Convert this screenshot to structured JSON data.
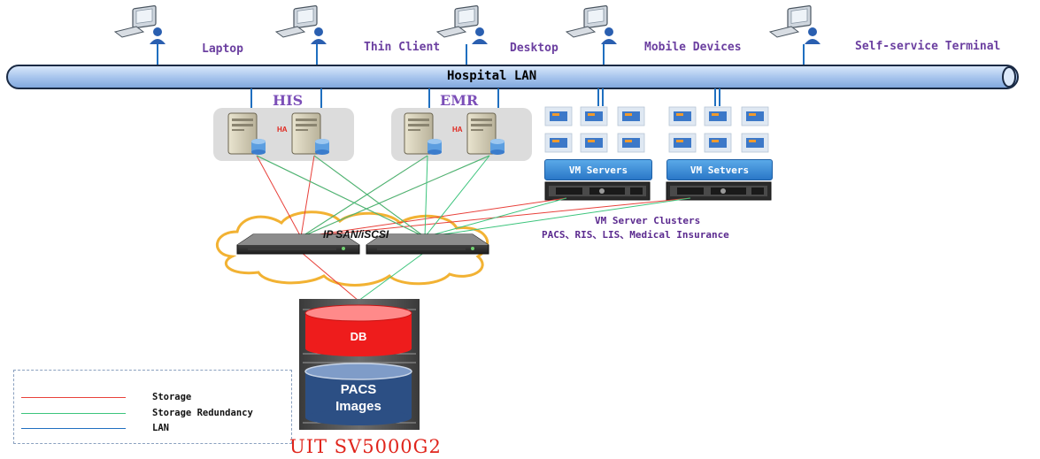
{
  "clients": [
    {
      "label": "Laptop",
      "icon": "computer-user-icon"
    },
    {
      "label": "Thin Client",
      "icon": "computer-user-icon"
    },
    {
      "label": "Desktop",
      "icon": "computer-user-icon"
    },
    {
      "label": "Mobile Devices",
      "icon": "computer-user-icon"
    },
    {
      "label": "Self-service Terminal",
      "icon": "computer-user-icon"
    }
  ],
  "lan": {
    "label": "Hospital LAN"
  },
  "server_groups": [
    {
      "label": "HIS",
      "ha": "HA"
    },
    {
      "label": "EMR",
      "ha": "HA"
    }
  ],
  "vm_servers": [
    "VM Servers",
    "VM Setvers"
  ],
  "cluster": {
    "line1": "VM Server Clusters",
    "line2": "PACS、RIS、LIS、Medical Insurance"
  },
  "san": {
    "label": "IP SAN/iSCSI"
  },
  "storage": {
    "db": "DB",
    "pacs_line1": "PACS",
    "pacs_line2": "Images",
    "model": "UIT SV5000G2"
  },
  "legend": [
    {
      "label": "Storage",
      "color": "#e8403a"
    },
    {
      "label": "Storage Redundancy",
      "color": "#3cc47c"
    },
    {
      "label": "LAN",
      "color": "#1f6fc0"
    }
  ],
  "colors": {
    "lan_bar": "#a9c6ee",
    "storage_line": "#e8403a",
    "redundancy_line": "#3cc47c",
    "lan_line": "#1f6fc0",
    "accent_red": "#e0251c",
    "label_purple": "#6b3fa0"
  }
}
